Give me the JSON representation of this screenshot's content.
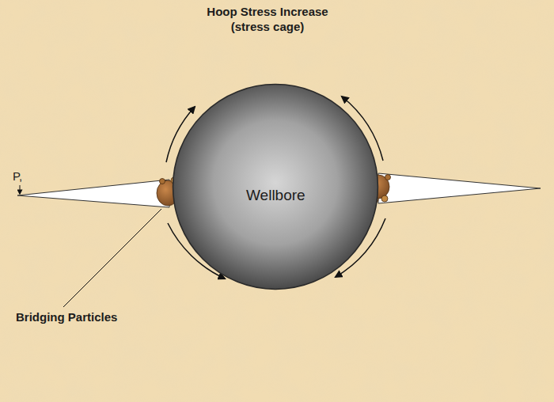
{
  "diagram": {
    "nodes": [
      {
        "text": [
          "Wellbore"
        ]
      }
    ],
    "labels": [
      "Hoop Stress Increase (stress cage)",
      "Bridging Particles",
      "P,"
    ]
  }
}
